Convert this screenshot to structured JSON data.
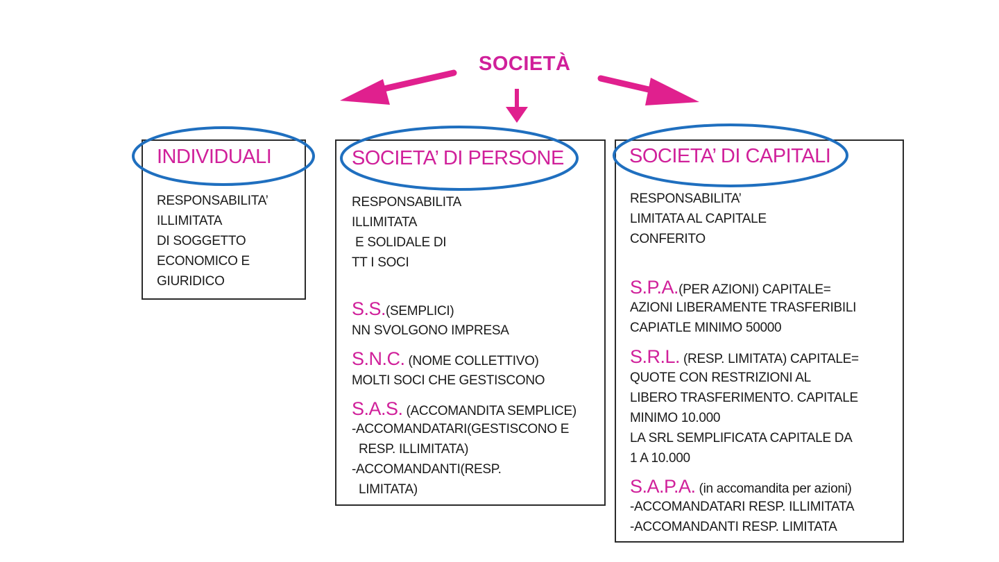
{
  "title": "SOCIETÀ",
  "colors": {
    "accent": "#d0209a",
    "ellipse": "#1f6fbf",
    "border": "#2b2b2b"
  },
  "individuali": {
    "heading": "INDIVIDUALI",
    "lines": [
      "RESPONSABILITA’",
      "ILLIMITATA",
      "DI SOGGETTO",
      "ECONOMICO E",
      "GIURIDICO"
    ]
  },
  "persone": {
    "heading": "SOCIETA’ DI PERSONE",
    "lines": [
      "RESPONSABILITA",
      "ILLIMITATA",
      " E SOLIDALE DI",
      "TT I SOCI"
    ],
    "ss": {
      "abbr": "S.S.",
      "desc": "(SEMPLICI)",
      "lines": [
        "NN SVOLGONO IMPRESA"
      ]
    },
    "snc": {
      "abbr": "S.N.C.",
      "desc": " (NOME COLLETTIVO)",
      "lines": [
        "MOLTI SOCI CHE GESTISCONO"
      ]
    },
    "sas": {
      "abbr": "S.A.S.",
      "desc": " (ACCOMANDITA SEMPLICE)",
      "lines": [
        "-ACCOMANDATARI(GESTISCONO E",
        "  RESP. ILLIMITATA)",
        "-ACCOMANDANTI(RESP.",
        "  LIMITATA)"
      ]
    }
  },
  "capitali": {
    "heading": "SOCIETA’ DI CAPITALI",
    "lines": [
      "RESPONSABILITA’",
      "LIMITATA AL CAPITALE",
      "CONFERITO"
    ],
    "spa": {
      "abbr": "S.P.A.",
      "desc": "(PER AZIONI) CAPITALE=",
      "lines": [
        "AZIONI LIBERAMENTE TRASFERIBILI",
        "CAPIATLE MINIMO 50000"
      ]
    },
    "srl": {
      "abbr": "S.R.L.",
      "desc": " (RESP. LIMITATA) CAPITALE=",
      "lines": [
        "QUOTE CON RESTRIZIONI AL",
        "LIBERO TRASFERIMENTO. CAPITALE",
        "MINIMO 10.000",
        "LA SRL SEMPLIFICATA CAPITALE DA",
        "1 A 10.000"
      ]
    },
    "sapa": {
      "abbr": "S.A.P.A.",
      "desc": " (in accomandita per azioni)",
      "lines": [
        "-ACCOMANDATARI RESP. ILLIMITATA",
        "-ACCOMANDANTI RESP. LIMITATA"
      ]
    }
  }
}
